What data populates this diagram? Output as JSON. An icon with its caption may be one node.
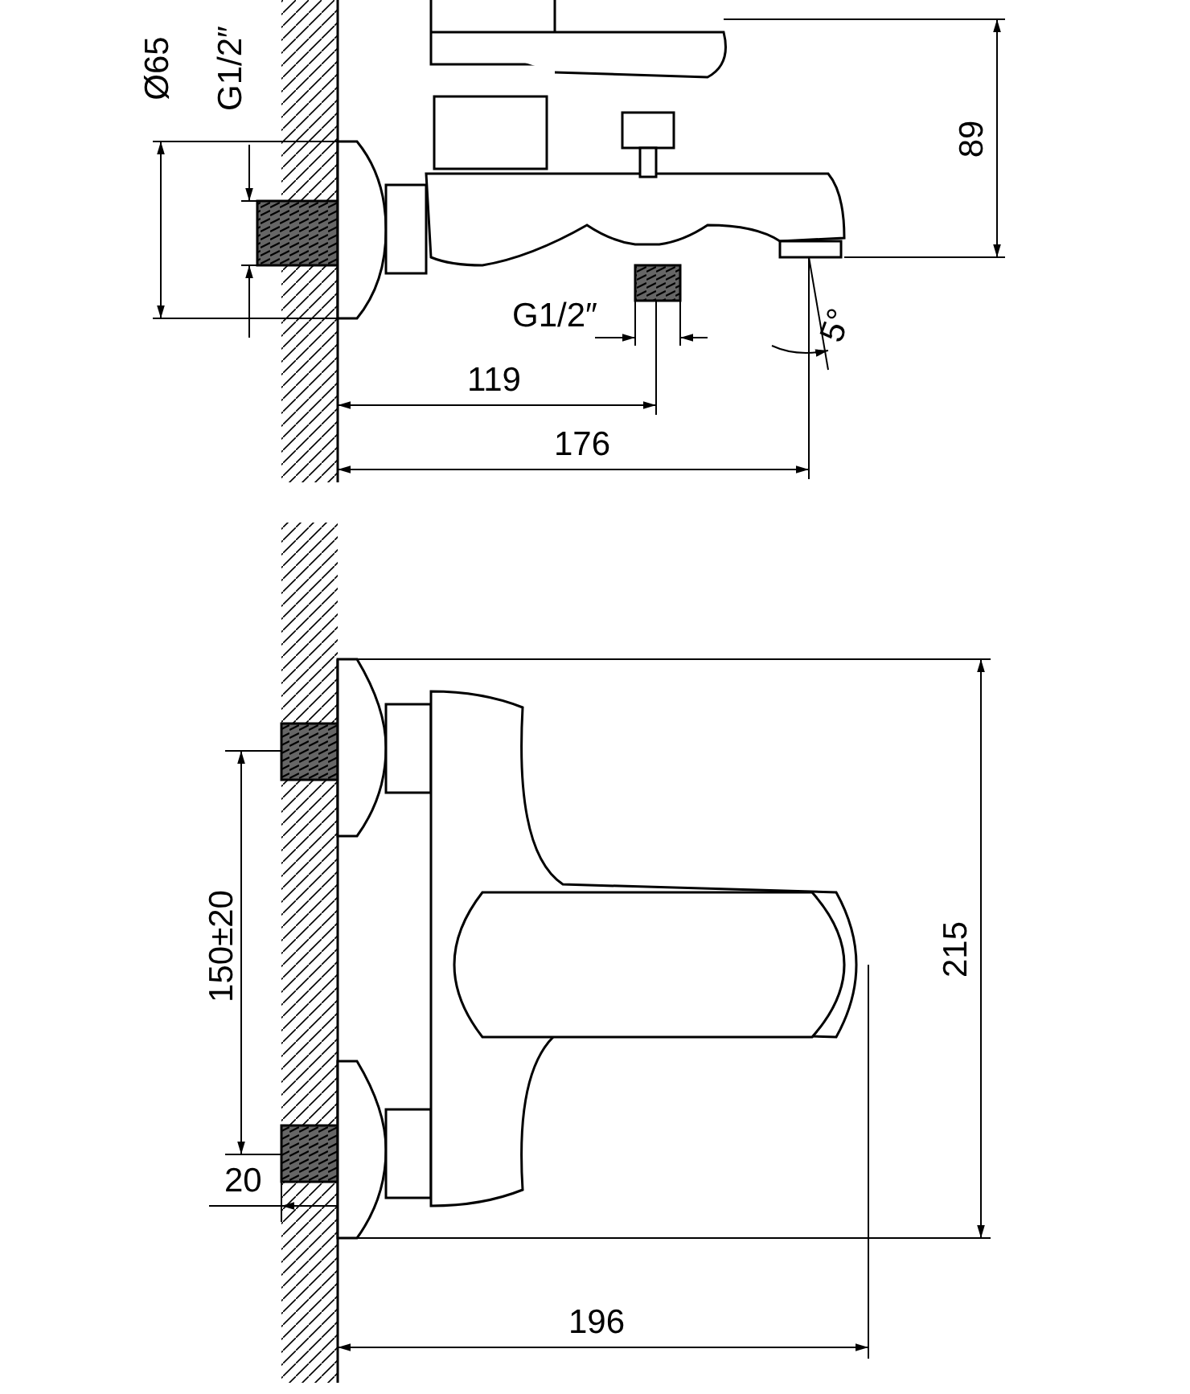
{
  "diagram": {
    "labels": [
      "Ø65",
      "G1/2″",
      "89",
      "G1/2″",
      "5°",
      "119",
      "176",
      "215",
      "150±20",
      "20",
      "196"
    ]
  }
}
